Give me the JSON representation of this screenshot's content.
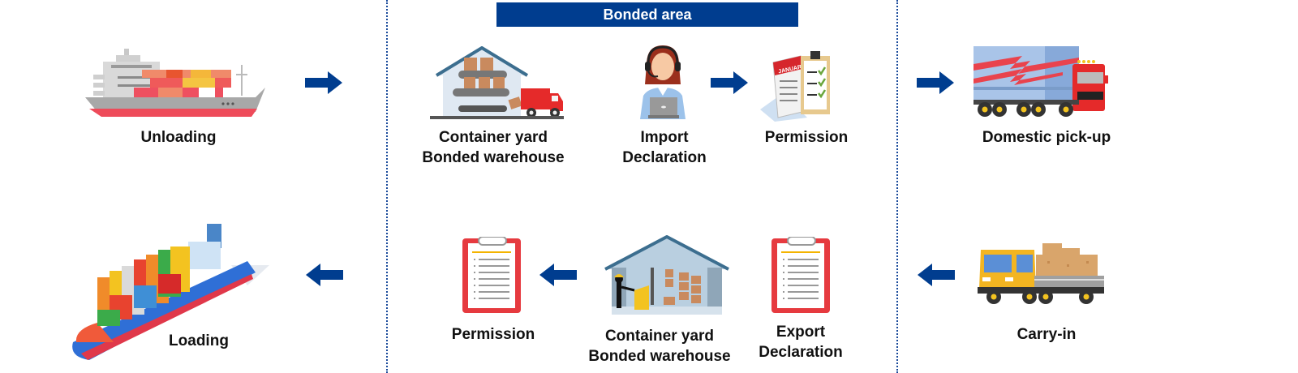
{
  "banner": {
    "title": "Bonded area",
    "color": "#003d8f"
  },
  "colors": {
    "arrow": "#003d8f",
    "divider": "#1a4a9a"
  },
  "import_flow": {
    "steps": [
      {
        "id": "unloading",
        "label": "Unloading",
        "icon": "cargo-ship-icon"
      },
      {
        "id": "container_yard",
        "label_line1": "Container yard",
        "label_line2": "Bonded warehouse",
        "icon": "warehouse-conveyor-icon"
      },
      {
        "id": "import_declaration",
        "label_line1": "Import",
        "label_line2": "Declaration",
        "icon": "operator-headset-icon"
      },
      {
        "id": "permission",
        "label": "Permission",
        "icon": "calendar-checklist-icon"
      },
      {
        "id": "domestic_pickup",
        "label": "Domestic pick-up",
        "icon": "semi-truck-icon"
      }
    ],
    "arrow_direction": "right"
  },
  "export_flow": {
    "steps": [
      {
        "id": "carry_in",
        "label": "Carry-in",
        "icon": "cargo-truck-icon"
      },
      {
        "id": "export_declaration",
        "label_line1": "Export",
        "label_line2": "Declaration",
        "icon": "clipboard-icon"
      },
      {
        "id": "container_yard",
        "label_line1": "Container yard",
        "label_line2": "Bonded warehouse",
        "icon": "warehouse-forklift-icon"
      },
      {
        "id": "permission",
        "label": "Permission",
        "icon": "clipboard-icon"
      },
      {
        "id": "loading",
        "label": "Loading",
        "icon": "container-ship-icon"
      }
    ],
    "arrow_direction": "left"
  }
}
